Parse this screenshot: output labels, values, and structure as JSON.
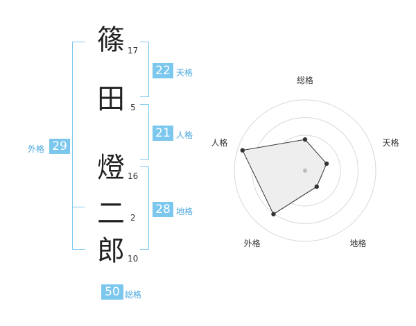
{
  "name_chars": [
    {
      "char": "篠",
      "strokes": "17"
    },
    {
      "char": "田",
      "strokes": "5"
    },
    {
      "char": "燈",
      "strokes": "16"
    },
    {
      "char": "二",
      "strokes": "2"
    },
    {
      "char": "郎",
      "strokes": "10"
    }
  ],
  "kaku": {
    "tenkaku": {
      "value": "22",
      "label": "天格"
    },
    "jinkaku": {
      "value": "21",
      "label": "人格"
    },
    "chikaku": {
      "value": "28",
      "label": "地格"
    },
    "gaikaku": {
      "value": "29",
      "label": "外格"
    },
    "soukaku": {
      "value": "50",
      "label": "総格"
    }
  },
  "colors": {
    "accent": "#7cc7ee",
    "label": "#49a7df",
    "radar_fill": "#eeeeee"
  },
  "chart_data": {
    "type": "radar",
    "axes": [
      "総格",
      "天格",
      "地格",
      "外格",
      "人格"
    ],
    "values": [
      0.44,
      0.32,
      0.28,
      0.76,
      0.93
    ],
    "range": [
      0,
      1
    ],
    "rings": 4,
    "grid": true
  }
}
